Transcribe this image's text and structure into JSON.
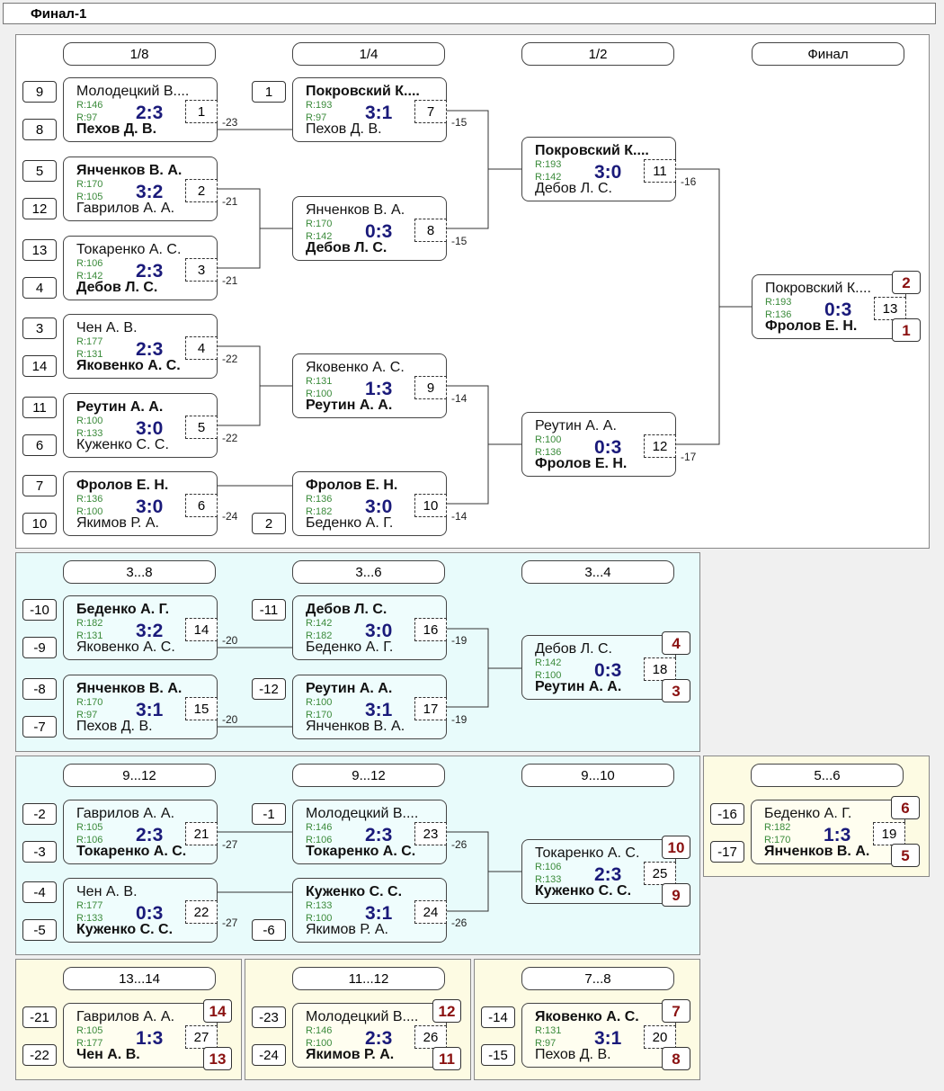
{
  "title": "Финал-1",
  "rounds": {
    "r8": "1/8",
    "r4": "1/4",
    "r2": "1/2",
    "final": "Финал",
    "c38": "3...8",
    "c36": "3...6",
    "c34": "3...4",
    "c912a": "9...12",
    "c912b": "9...12",
    "c910": "9...10",
    "c56": "5...6",
    "c1314": "13...14",
    "c1112": "11...12",
    "c78": "7...8"
  },
  "matches": {
    "m1": {
      "top": "Молодецкий В....",
      "bot": "Пехов Д. В.",
      "rt": "R:146",
      "rb": "R:97",
      "score": "2:3",
      "num": "1",
      "loser": "-23"
    },
    "m2": {
      "top": "Янченков В. А.",
      "bot": "Гаврилов А. А.",
      "rt": "R:170",
      "rb": "R:105",
      "score": "3:2",
      "num": "2",
      "loser": "-21"
    },
    "m3": {
      "top": "Токаренко А. С.",
      "bot": "Дебов Л. С.",
      "rt": "R:106",
      "rb": "R:142",
      "score": "2:3",
      "num": "3",
      "loser": "-21"
    },
    "m4": {
      "top": "Чен А. В.",
      "bot": "Яковенко А. С.",
      "rt": "R:177",
      "rb": "R:131",
      "score": "2:3",
      "num": "4",
      "loser": "-22"
    },
    "m5": {
      "top": "Реутин А. А.",
      "bot": "Куженко С. С.",
      "rt": "R:100",
      "rb": "R:133",
      "score": "3:0",
      "num": "5",
      "loser": "-22"
    },
    "m6": {
      "top": "Фролов Е. Н.",
      "bot": "Якимов Р. А.",
      "rt": "R:136",
      "rb": "R:100",
      "score": "3:0",
      "num": "6",
      "loser": "-24"
    },
    "m7": {
      "top": "Покровский К....",
      "bot": "Пехов Д. В.",
      "rt": "R:193",
      "rb": "R:97",
      "score": "3:1",
      "num": "7",
      "loser": "-15"
    },
    "m8": {
      "top": "Янченков В. А.",
      "bot": "Дебов Л. С.",
      "rt": "R:170",
      "rb": "R:142",
      "score": "0:3",
      "num": "8",
      "loser": "-15"
    },
    "m9": {
      "top": "Яковенко А. С.",
      "bot": "Реутин А. А.",
      "rt": "R:131",
      "rb": "R:100",
      "score": "1:3",
      "num": "9",
      "loser": "-14"
    },
    "m10": {
      "top": "Фролов Е. Н.",
      "bot": "Беденко А. Г.",
      "rt": "R:136",
      "rb": "R:182",
      "score": "3:0",
      "num": "10",
      "loser": "-14"
    },
    "m11": {
      "top": "Покровский К....",
      "bot": "Дебов Л. С.",
      "rt": "R:193",
      "rb": "R:142",
      "score": "3:0",
      "num": "11",
      "loser": "-16"
    },
    "m12": {
      "top": "Реутин А. А.",
      "bot": "Фролов Е. Н.",
      "rt": "R:100",
      "rb": "R:136",
      "score": "0:3",
      "num": "12",
      "loser": "-17"
    },
    "m13": {
      "top": "Покровский К....",
      "bot": "Фролов Е. Н.",
      "rt": "R:193",
      "rb": "R:136",
      "score": "0:3",
      "num": "13",
      "placeTop": "2",
      "placeBot": "1"
    },
    "m14": {
      "top": "Беденко А. Г.",
      "bot": "Яковенко А. С.",
      "rt": "R:182",
      "rb": "R:131",
      "score": "3:2",
      "num": "14",
      "loser": "-20"
    },
    "m15": {
      "top": "Янченков В. А.",
      "bot": "Пехов Д. В.",
      "rt": "R:170",
      "rb": "R:97",
      "score": "3:1",
      "num": "15",
      "loser": "-20"
    },
    "m16": {
      "top": "Дебов Л. С.",
      "bot": "Беденко А. Г.",
      "rt": "R:142",
      "rb": "R:182",
      "score": "3:0",
      "num": "16",
      "loser": "-19"
    },
    "m17": {
      "top": "Реутин А. А.",
      "bot": "Янченков В. А.",
      "rt": "R:100",
      "rb": "R:170",
      "score": "3:1",
      "num": "17",
      "loser": "-19"
    },
    "m18": {
      "top": "Дебов Л. С.",
      "bot": "Реутин А. А.",
      "rt": "R:142",
      "rb": "R:100",
      "score": "0:3",
      "num": "18",
      "placeTop": "4",
      "placeBot": "3"
    },
    "m21": {
      "top": "Гаврилов А. А.",
      "bot": "Токаренко А. С.",
      "rt": "R:105",
      "rb": "R:106",
      "score": "2:3",
      "num": "21",
      "loser": "-27"
    },
    "m22": {
      "top": "Чен А. В.",
      "bot": "Куженко С. С.",
      "rt": "R:177",
      "rb": "R:133",
      "score": "0:3",
      "num": "22",
      "loser": "-27"
    },
    "m23": {
      "top": "Молодецкий В....",
      "bot": "Токаренко А. С.",
      "rt": "R:146",
      "rb": "R:106",
      "score": "2:3",
      "num": "23",
      "loser": "-26"
    },
    "m24": {
      "top": "Куженко С. С.",
      "bot": "Якимов Р. А.",
      "rt": "R:133",
      "rb": "R:100",
      "score": "3:1",
      "num": "24",
      "loser": "-26"
    },
    "m25": {
      "top": "Токаренко А. С.",
      "bot": "Куженко С. С.",
      "rt": "R:106",
      "rb": "R:133",
      "score": "2:3",
      "num": "25",
      "placeTop": "10",
      "placeBot": "9"
    },
    "m19": {
      "top": "Беденко А. Г.",
      "bot": "Янченков В. А.",
      "rt": "R:182",
      "rb": "R:170",
      "score": "1:3",
      "num": "19",
      "placeTop": "6",
      "placeBot": "5"
    },
    "m27": {
      "top": "Гаврилов А. А.",
      "bot": "Чен А. В.",
      "rt": "R:105",
      "rb": "R:177",
      "score": "1:3",
      "num": "27",
      "placeTop": "14",
      "placeBot": "13"
    },
    "m26": {
      "top": "Молодецкий В....",
      "bot": "Якимов Р. А.",
      "rt": "R:146",
      "rb": "R:100",
      "score": "2:3",
      "num": "26",
      "placeTop": "12",
      "placeBot": "11"
    },
    "m20": {
      "top": "Яковенко А. С.",
      "bot": "Пехов Д. В.",
      "rt": "R:131",
      "rb": "R:97",
      "score": "3:1",
      "num": "20",
      "placeTop": "7",
      "placeBot": "8"
    }
  },
  "seeds": {
    "s1a": "9",
    "s1b": "8",
    "s2a": "5",
    "s2b": "12",
    "s3a": "13",
    "s3b": "4",
    "s4a": "3",
    "s4b": "14",
    "s5a": "11",
    "s5b": "6",
    "s6a": "7",
    "s6b": "10",
    "s7a": "1",
    "s10b": "2",
    "s14a": "-10",
    "s14b": "-9",
    "s15a": "-8",
    "s15b": "-7",
    "s16a": "-11",
    "s17a": "-12",
    "s21a": "-2",
    "s21b": "-3",
    "s22a": "-4",
    "s22b": "-5",
    "s23a": "-1",
    "s24b": "-6",
    "s19a": "-16",
    "s19b": "-17",
    "s27a": "-21",
    "s27b": "-22",
    "s26a": "-23",
    "s26b": "-24",
    "s20a": "-14",
    "s20b": "-15"
  }
}
